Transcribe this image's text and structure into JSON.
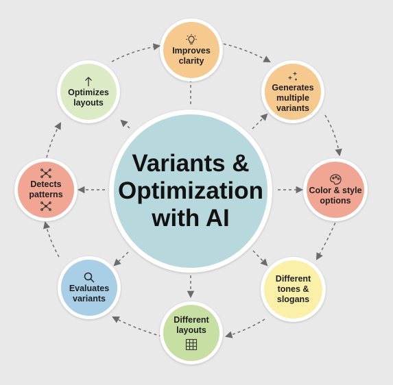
{
  "center": {
    "title": "Variants &\nOptimization\nwith AI",
    "color": "#b7d8dc"
  },
  "nodes": [
    {
      "id": "improves-clarity",
      "label": "Improves\nclarity",
      "icon": "lightbulb-icon",
      "color": "#f6c98e"
    },
    {
      "id": "generates-multiple-variants",
      "label": "Generates\nmultiple\nvariants",
      "icon": "sparkle-icon",
      "color": "#f6c98e"
    },
    {
      "id": "color-style-options",
      "label": "Color & style\noptions",
      "icon": "palette-icon",
      "color": "#f0a693"
    },
    {
      "id": "different-tones-slogans",
      "label": "Different\ntones &\nslogans",
      "icon": "",
      "color": "#fbf0a8"
    },
    {
      "id": "different-layouts",
      "label": "Different\nlayouts",
      "icon": "grid-icon",
      "color": "#c7dfa3"
    },
    {
      "id": "evaluates-variants",
      "label": "Evaluates\nvariants",
      "icon": "magnifier-icon",
      "color": "#a8cfe6"
    },
    {
      "id": "detects-patterns",
      "label": "Detects\npatterns",
      "icon": "network-icon",
      "color": "#f0a693"
    },
    {
      "id": "optimizes-layouts",
      "label": "Optimizes\nlayouts",
      "icon": "arrow-up-icon",
      "color": "#dcebc6"
    }
  ]
}
